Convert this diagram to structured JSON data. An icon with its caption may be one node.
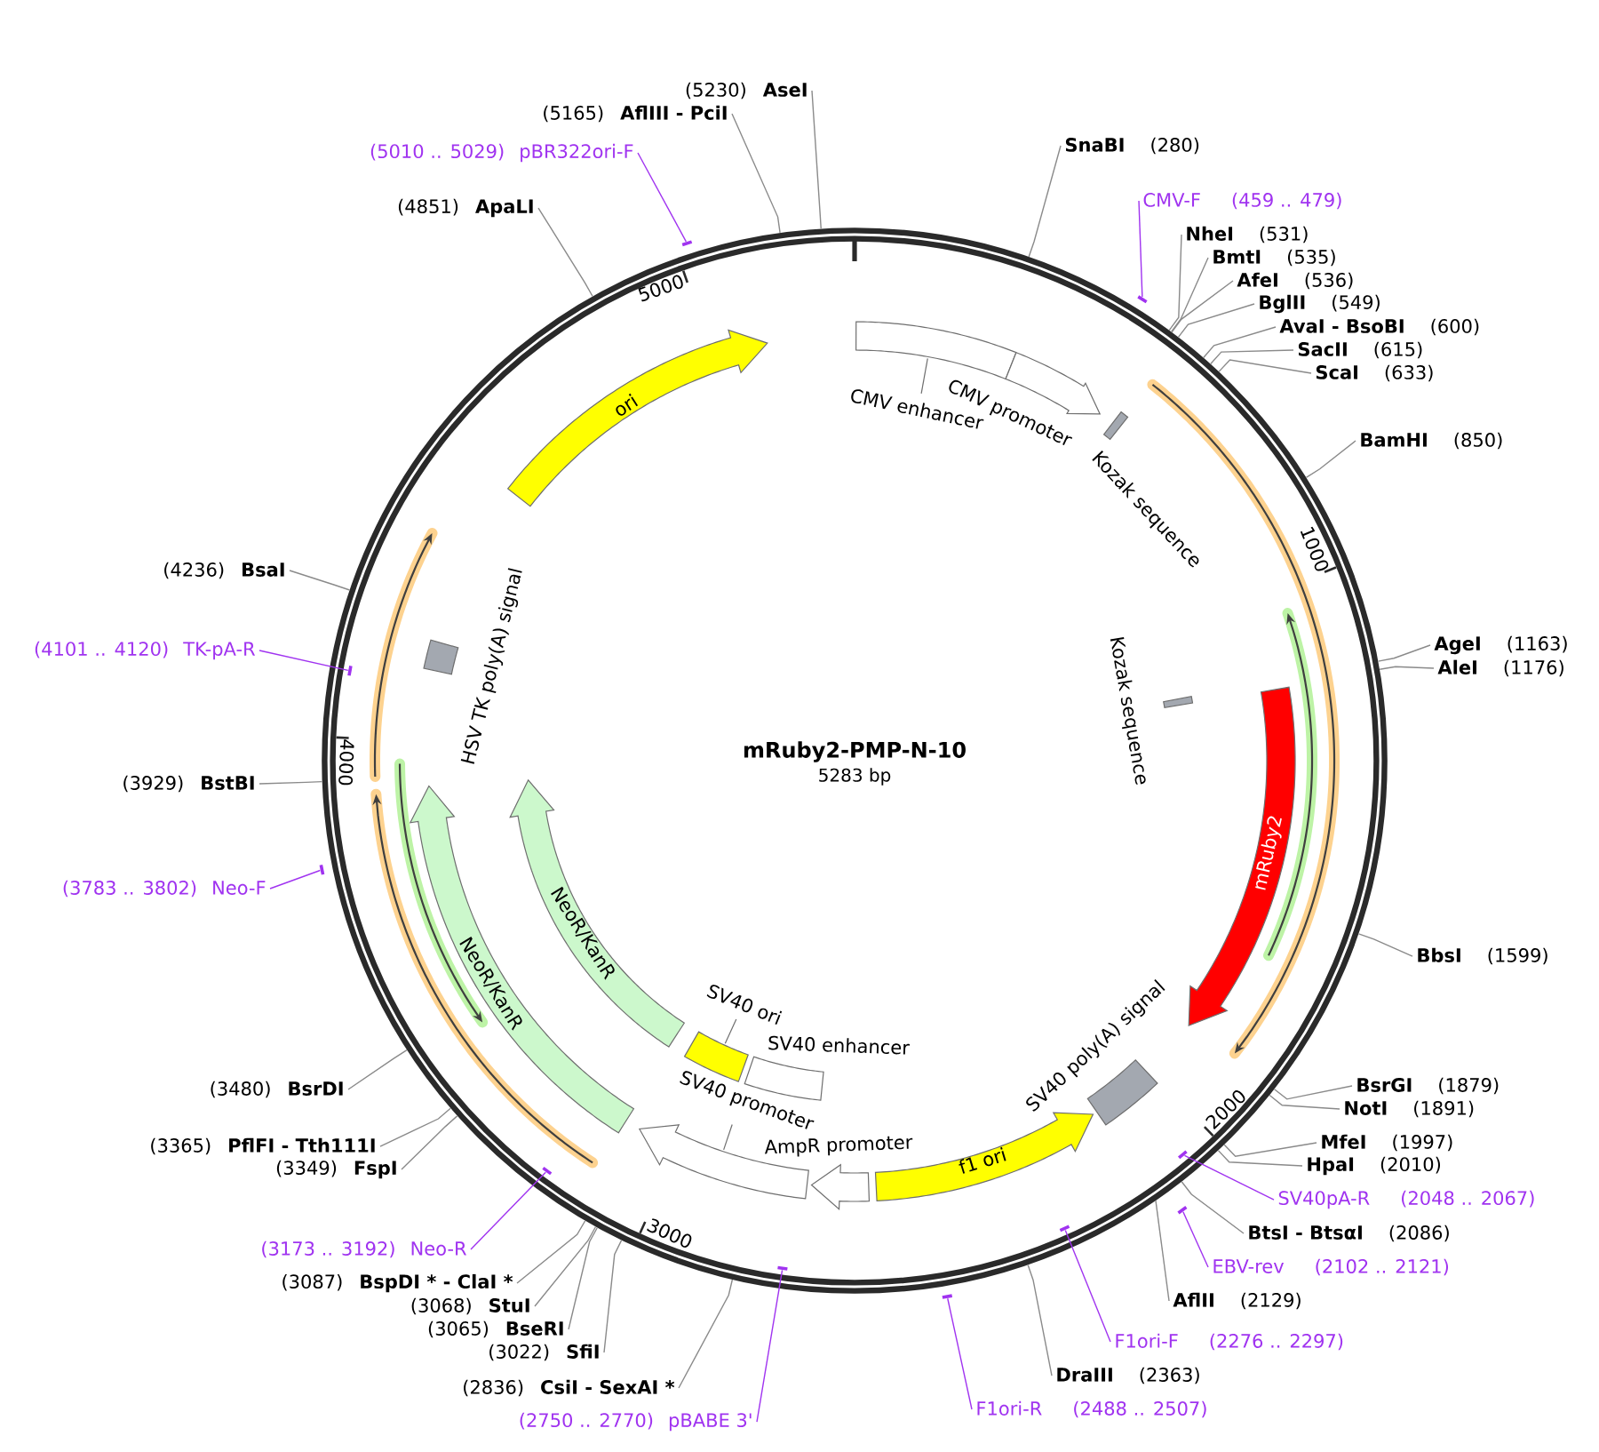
{
  "diagram": {
    "title": "mRuby2-PMP-N-10",
    "nodes": [
      {
        "text": [
          "CMV enhancer"
        ]
      },
      {
        "text": [
          "CMV promoter"
        ]
      },
      {
        "text": [
          "Kozak sequence"
        ]
      },
      {
        "text": [
          "Kozak sequence"
        ]
      },
      {
        "text": [
          "mRuby2"
        ]
      },
      {
        "text": [
          "SV40 poly(A) signal"
        ]
      },
      {
        "text": [
          "f1 ori"
        ]
      },
      {
        "text": [
          "AmpR promoter"
        ]
      },
      {
        "text": [
          "SV40 promoter"
        ]
      },
      {
        "text": [
          "SV40 enhancer"
        ]
      },
      {
        "text": [
          "SV40 ori"
        ]
      },
      {
        "text": [
          "NeoR/KanR"
        ]
      },
      {
        "text": [
          "NeoR/KanR"
        ]
      },
      {
        "text": [
          "HSV TK poly(A) signal"
        ]
      },
      {
        "text": [
          "ori"
        ]
      },
      {
        "text": [
          "SnaBI",
          "(280)"
        ]
      },
      {
        "text": [
          "CMV-F",
          "(459 .. 479)"
        ]
      },
      {
        "text": [],
        "shape": "bar"
      },
      {
        "text": [
          "NheI",
          "(531)"
        ]
      },
      {
        "text": [
          "BmtI",
          "(535)"
        ]
      },
      {
        "text": [
          "AfeI",
          "(536)"
        ]
      },
      {
        "text": [
          "BglII",
          "(549)"
        ]
      },
      {
        "text": [
          "AvaI - BsoBI",
          "(600)"
        ]
      },
      {
        "text": [
          "SacII",
          "(615)"
        ]
      },
      {
        "text": [
          "ScaI",
          "(633)"
        ]
      },
      {
        "text": [
          "BamHI",
          "(850)"
        ]
      },
      {
        "text": [
          "AgeI",
          "(1163)"
        ]
      },
      {
        "text": [
          "AleI",
          "(1176)"
        ]
      },
      {
        "text": [
          "BbsI",
          "(1599)"
        ]
      },
      {
        "text": [
          "BsrGI",
          "(1879)"
        ]
      },
      {
        "text": [
          "NotI",
          "(1891)"
        ]
      },
      {
        "text": [
          "MfeI",
          "(1997)"
        ]
      },
      {
        "text": [
          "HpaI",
          "(2010)"
        ]
      },
      {
        "text": [
          "SV40pA-R",
          "(2048 .. 2067)"
        ]
      },
      {
        "text": [],
        "shape": "bar"
      },
      {
        "text": [
          "BtsI - BtsαI",
          "(2086)"
        ]
      },
      {
        "text": [
          "EBV-rev",
          "(2102 .. 2121)"
        ]
      },
      {
        "text": [],
        "shape": "bar"
      },
      {
        "text": [
          "AflII",
          "(2129)"
        ]
      },
      {
        "text": [
          "F1ori-F",
          "(2276 .. 2297)"
        ]
      },
      {
        "text": [],
        "shape": "bar"
      },
      {
        "text": [
          "DraIII",
          "(2363)"
        ]
      },
      {
        "text": [
          "F1ori-R",
          "(2488 .. 2507)"
        ]
      },
      {
        "text": [],
        "shape": "bar"
      },
      {
        "text": [
          "(2750 .. 2770)",
          "pBABE 3'"
        ]
      },
      {
        "text": [],
        "shape": "bar"
      },
      {
        "text": [
          "(2836)",
          "CsiI - SexAI *"
        ]
      },
      {
        "text": [
          "(3022)",
          "SfiI"
        ]
      },
      {
        "text": [
          "(3065)",
          "BseRI"
        ]
      },
      {
        "text": [
          "(3068)",
          "StuI"
        ]
      },
      {
        "text": [
          "(3087)",
          "BspDI * - ClaI *"
        ]
      },
      {
        "text": [
          "(3173 .. 3192)",
          "Neo-R"
        ]
      },
      {
        "text": [],
        "shape": "bar"
      },
      {
        "text": [
          "(3349)",
          "FspI"
        ]
      },
      {
        "text": [
          "(3365)",
          "PflFI - Tth111I"
        ]
      },
      {
        "text": [
          "(3480)",
          "BsrDI"
        ]
      },
      {
        "text": [
          "(3783 .. 3802)",
          "Neo-F"
        ]
      },
      {
        "text": [],
        "shape": "bar"
      },
      {
        "text": [
          "(3929)",
          "BstBI"
        ]
      },
      {
        "text": [
          "(4101 .. 4120)",
          "TK-pA-R"
        ]
      },
      {
        "text": [],
        "shape": "bar"
      },
      {
        "text": [
          "(4236)",
          "BsaI"
        ]
      },
      {
        "text": [
          "(4851)",
          "ApaLI"
        ]
      },
      {
        "text": [
          "(5010 .. 5029)",
          "pBR322ori-F"
        ]
      },
      {
        "text": [],
        "shape": "bar"
      },
      {
        "text": [
          "(5165)",
          "AflIII - PciI"
        ]
      },
      {
        "text": [
          "(5230)",
          "AseI"
        ]
      }
    ],
    "edges": [
      {
        "from": 15,
        "to": null,
        "arrow": "none"
      },
      {
        "from": 16,
        "to": 17,
        "arrow": "none",
        "color": "#a033f0"
      },
      {
        "from": 18,
        "to": null,
        "arrow": "none"
      },
      {
        "from": 19,
        "to": null,
        "arrow": "none"
      },
      {
        "from": 20,
        "to": null,
        "arrow": "none"
      },
      {
        "from": 21,
        "to": null,
        "arrow": "none"
      },
      {
        "from": 22,
        "to": null,
        "arrow": "none"
      },
      {
        "from": 23,
        "to": null,
        "arrow": "none"
      },
      {
        "from": 24,
        "to": null,
        "arrow": "none"
      },
      {
        "from": 25,
        "to": null,
        "arrow": "none"
      },
      {
        "from": 26,
        "to": null,
        "arrow": "none"
      },
      {
        "from": 27,
        "to": null,
        "arrow": "none"
      },
      {
        "from": 28,
        "to": null,
        "arrow": "none"
      },
      {
        "from": 29,
        "to": null,
        "arrow": "none"
      },
      {
        "from": 30,
        "to": null,
        "arrow": "none"
      },
      {
        "from": 31,
        "to": null,
        "arrow": "none"
      },
      {
        "from": 32,
        "to": null,
        "arrow": "none"
      },
      {
        "from": 33,
        "to": 34,
        "arrow": "none",
        "color": "#a033f0"
      },
      {
        "from": 35,
        "to": null,
        "arrow": "none"
      },
      {
        "from": 36,
        "to": 37,
        "arrow": "none",
        "color": "#a033f0"
      },
      {
        "from": 38,
        "to": null,
        "arrow": "none"
      },
      {
        "from": 39,
        "to": 40,
        "arrow": "none",
        "color": "#a033f0"
      },
      {
        "from": 41,
        "to": null,
        "arrow": "none"
      },
      {
        "from": 42,
        "to": 43,
        "arrow": "none",
        "color": "#a033f0"
      },
      {
        "from": 44,
        "to": 45,
        "arrow": "none",
        "color": "#a033f0"
      },
      {
        "from": 46,
        "to": null,
        "arrow": "none"
      },
      {
        "from": 47,
        "to": null,
        "arrow": "none"
      },
      {
        "from": 48,
        "to": null,
        "arrow": "none"
      },
      {
        "from": 49,
        "to": null,
        "arrow": "none"
      },
      {
        "from": 50,
        "to": null,
        "arrow": "none"
      },
      {
        "from": 51,
        "to": 52,
        "arrow": "none",
        "color": "#a033f0"
      },
      {
        "from": 53,
        "to": null,
        "arrow": "none"
      },
      {
        "from": 54,
        "to": null,
        "arrow": "none"
      },
      {
        "from": 55,
        "to": null,
        "arrow": "none"
      },
      {
        "from": 56,
        "to": 57,
        "arrow": "none",
        "color": "#a033f0"
      },
      {
        "from": 58,
        "to": null,
        "arrow": "none"
      },
      {
        "from": 59,
        "to": 60,
        "arrow": "none",
        "color": "#a033f0"
      },
      {
        "from": 61,
        "to": null,
        "arrow": "none"
      },
      {
        "from": 62,
        "to": null,
        "arrow": "none"
      },
      {
        "from": 63,
        "to": 64,
        "arrow": "none",
        "color": "#a033f0"
      },
      {
        "from": 65,
        "to": null,
        "arrow": "none"
      },
      {
        "from": 66,
        "to": null,
        "arrow": "none"
      }
    ],
    "labels": [
      "5000",
      "1000",
      "4000",
      "5283 bp",
      "2000",
      "3000"
    ]
  }
}
